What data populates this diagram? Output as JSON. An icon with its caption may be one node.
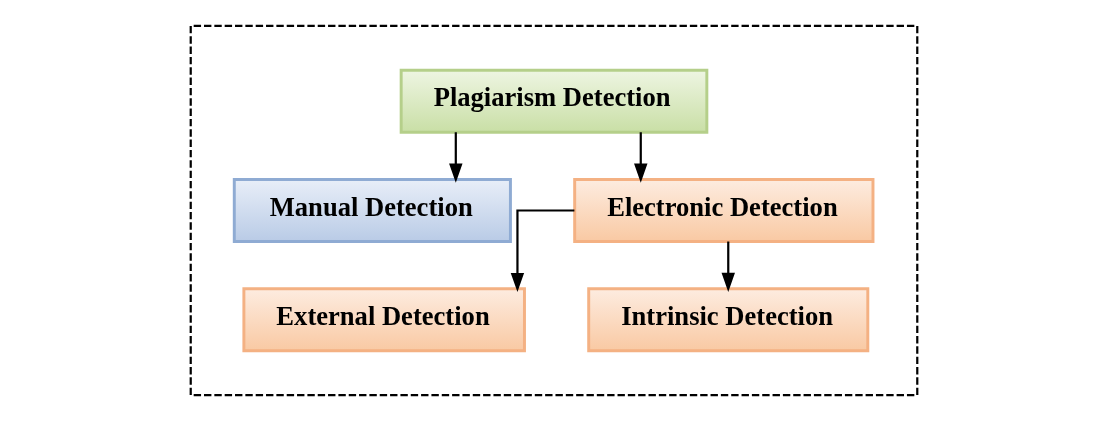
{
  "diagram": {
    "nodes": [
      {
        "text": [],
        "shape": "box"
      },
      {
        "text": [
          "Plagiarism Detection"
        ],
        "in": 0
      },
      {
        "text": [
          "Manual Detection"
        ],
        "in": 0
      },
      {
        "text": [
          "Electronic Detection"
        ],
        "in": 0
      },
      {
        "text": [
          "External Detection"
        ],
        "in": 0
      },
      {
        "text": [
          "Intrinsic Detection"
        ],
        "in": 0
      }
    ],
    "edges": [
      {
        "from": 1,
        "to": 2,
        "arrow": "to"
      },
      {
        "from": 1,
        "to": 3,
        "arrow": "to"
      },
      {
        "from": 3,
        "to": 4,
        "arrow": "to"
      },
      {
        "from": 3,
        "to": 5,
        "arrow": "to"
      }
    ]
  }
}
